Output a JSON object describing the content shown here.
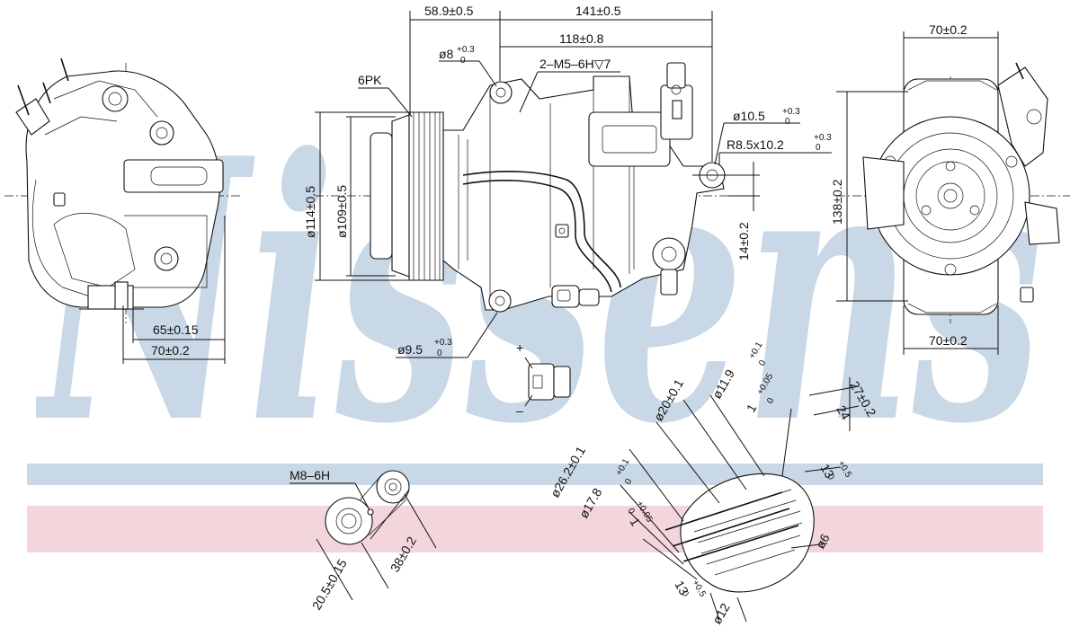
{
  "watermark": {
    "text": "Nissens",
    "color": "#c9d8e6"
  },
  "colors": {
    "band_blue": "#c9d8e6",
    "band_red": "#f2d6dc",
    "line": "#111111"
  },
  "dimensions": {
    "d58_9": "58.9±0.5",
    "d141": "141±0.5",
    "d118": "118±0.8",
    "d8": "ø8",
    "d8_tol_up": "+0.3",
    "d8_tol_lo": "0",
    "thread1": "2–M5–6H▽7",
    "belt": "6PK",
    "d10_5": "ø10.5",
    "d10_5_tol_up": "+0.3",
    "d10_5_tol_lo": "0",
    "r8_5": "R8.5x10.2",
    "r8_5_tol_up": "+0.3",
    "r8_5_tol_lo": "0",
    "d114": "ø114±0.5",
    "d109": "ø109±0.5",
    "d14": "14±0.2",
    "d9_5": "ø9.5",
    "d9_5_tol_up": "+0.3",
    "d9_5_tol_lo": "0",
    "d65": "65±0.15",
    "d70_left": "70±0.2",
    "d70_top": "70±0.2",
    "d70_bottom": "70±0.2",
    "d138": "138±0.2",
    "plus": "+",
    "minus": "–",
    "m8": "M8–6H",
    "d20_5": "20.5±0.15",
    "d38": "38±0.2",
    "d20": "ø20±0.1",
    "d11_9": "ø11.9",
    "d11_9_tol_up": "+0.1",
    "d11_9_tol_lo": "0",
    "d27": "27±0.2",
    "d24": "24",
    "d1a": "1",
    "d1a_tol_up": "+0.05",
    "d1a_tol_lo": "0",
    "d26_2": "ø26.2±0.1",
    "d17_8": "ø17.8",
    "d17_8_tol_up": "+0.1",
    "d17_8_tol_lo": "0",
    "d1b": "1",
    "d1b_tol_up": "+0.05",
    "d1b_tol_lo": "0",
    "d13a": "13",
    "d13a_tol_up": "+0.5",
    "d13a_tol_lo": "0",
    "d6": "ø6",
    "d13b": "13",
    "d13b_tol_up": "+0.5",
    "d13b_tol_lo": "0",
    "d12": "ø12"
  }
}
